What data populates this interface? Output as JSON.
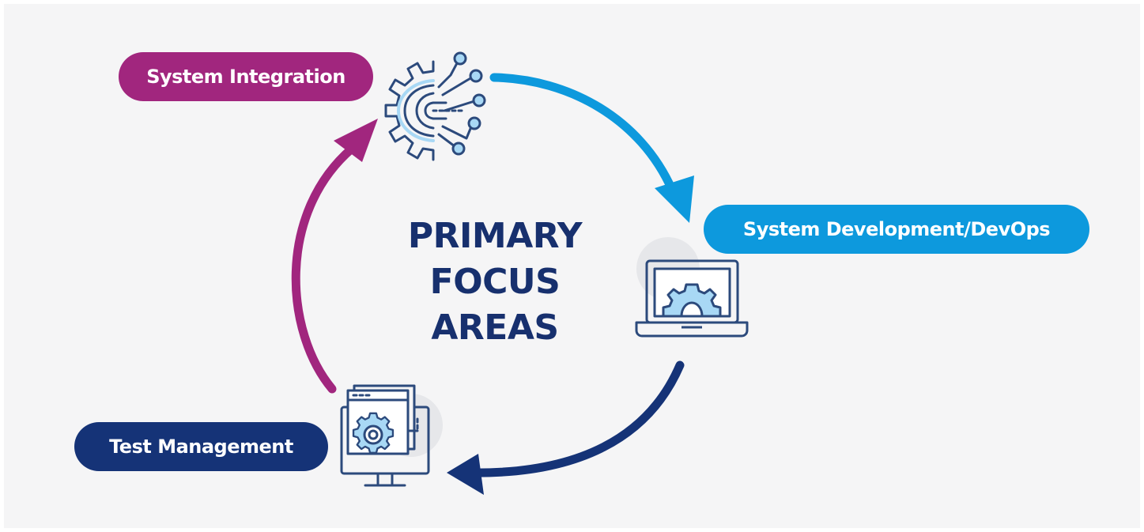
{
  "diagram": {
    "title_lines": [
      "PRIMARY",
      "FOCUS",
      "AREAS"
    ],
    "areas": [
      {
        "label": "System Integration",
        "color": "#a1267e",
        "icon": "integration-gear-icon"
      },
      {
        "label": "System Development/DevOps",
        "color": "#0d99dd",
        "icon": "laptop-gear-icon"
      },
      {
        "label": "Test Management",
        "color": "#153377",
        "icon": "monitor-gear-icon"
      }
    ],
    "colors": {
      "icon_stroke": "#2c4a7c",
      "icon_fill": "#a8d8f5",
      "title": "#17306e",
      "background": "#f5f5f6"
    }
  }
}
